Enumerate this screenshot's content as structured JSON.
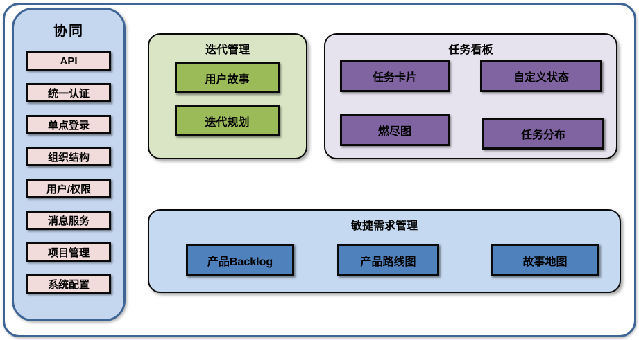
{
  "sidebar": {
    "title": "协同",
    "items": [
      "API",
      "统一认证",
      "单点登录",
      "组织结构",
      "用户/权限",
      "消息服务",
      "项目管理",
      "系统配置"
    ]
  },
  "iteration": {
    "title": "迭代管理",
    "items": [
      "用户故事",
      "迭代规划"
    ]
  },
  "kanban": {
    "title": "任务看板",
    "items": [
      "任务卡片",
      "自定义状态",
      "燃尽图",
      "任务分布"
    ]
  },
  "agile": {
    "title": "敏捷需求管理",
    "items": [
      "产品Backlog",
      "产品路线图",
      "故事地图"
    ]
  },
  "colors": {
    "frame_border": "#3e6596",
    "sidebar_fill": "#c5d7ef",
    "sidebar_item_fill": "#f2dcdb",
    "iteration_fill": "#d9e5c4",
    "iteration_item_fill": "#9bbb59",
    "kanban_fill": "#e6e2ee",
    "kanban_item_fill": "#8064a2",
    "agile_fill": "#c5d9f1",
    "agile_item_fill": "#4f81bd",
    "item_border": "#0a0a0a"
  }
}
